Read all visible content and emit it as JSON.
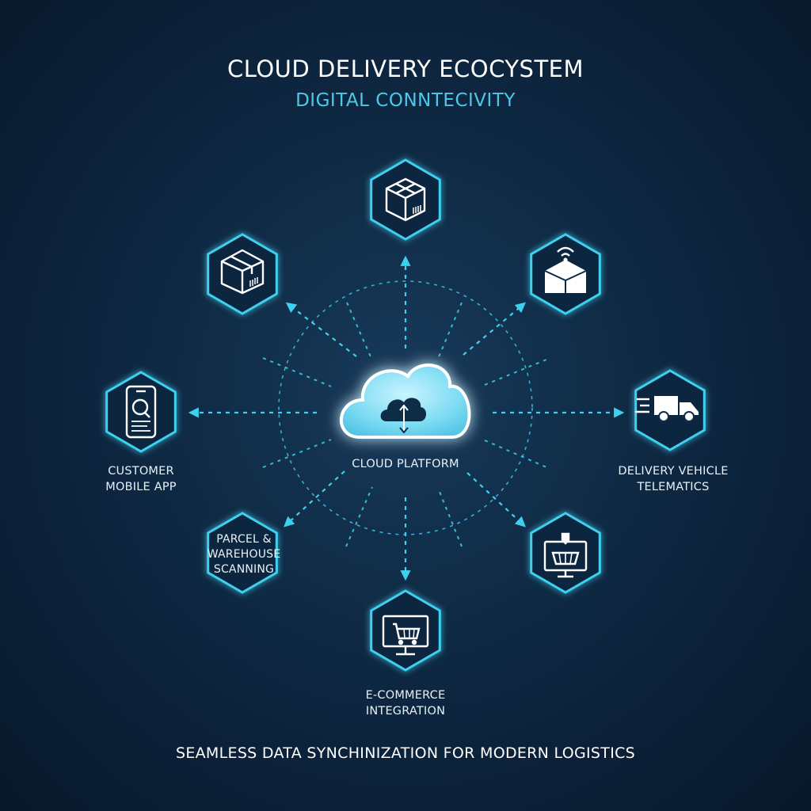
{
  "title": "CLOUD DELIVERY ECOCYSTEM",
  "subtitle": "DIGITAL CONNTECIVITY",
  "center": {
    "label": "CLOUD PLATFORM",
    "icon": "cloud-upload-download-icon"
  },
  "nodes": [
    {
      "id": "top",
      "icon": "package-box-icon",
      "label": ""
    },
    {
      "id": "top-left",
      "icon": "package-barcode-icon",
      "label": ""
    },
    {
      "id": "top-right",
      "icon": "smart-warehouse-wifi-icon",
      "label": ""
    },
    {
      "id": "left",
      "icon": "mobile-app-icon",
      "label": "CUSTOMER\nMOBILE APP"
    },
    {
      "id": "right",
      "icon": "delivery-truck-icon",
      "label": "DELIVERY VEHICLE\nTELEMATICS"
    },
    {
      "id": "bottom-left",
      "icon": "scanner-icon",
      "label": "PARCEL &\nWAREHOUSE\nSCANNING"
    },
    {
      "id": "bottom-right",
      "icon": "ecommerce-monitor-icon",
      "label": ""
    },
    {
      "id": "bottom",
      "icon": "shopping-cart-monitor-icon",
      "label": "E-COMMERCE\nINTEGRATION"
    }
  ],
  "footer": "SEAMLESS DATA SYNCHINIZATION FOR MODERN LOGISTICS",
  "colors": {
    "background": "#0b2038",
    "accent": "#3fd0ef",
    "cloud": "#8fe6fa",
    "text": "#ffffff"
  }
}
